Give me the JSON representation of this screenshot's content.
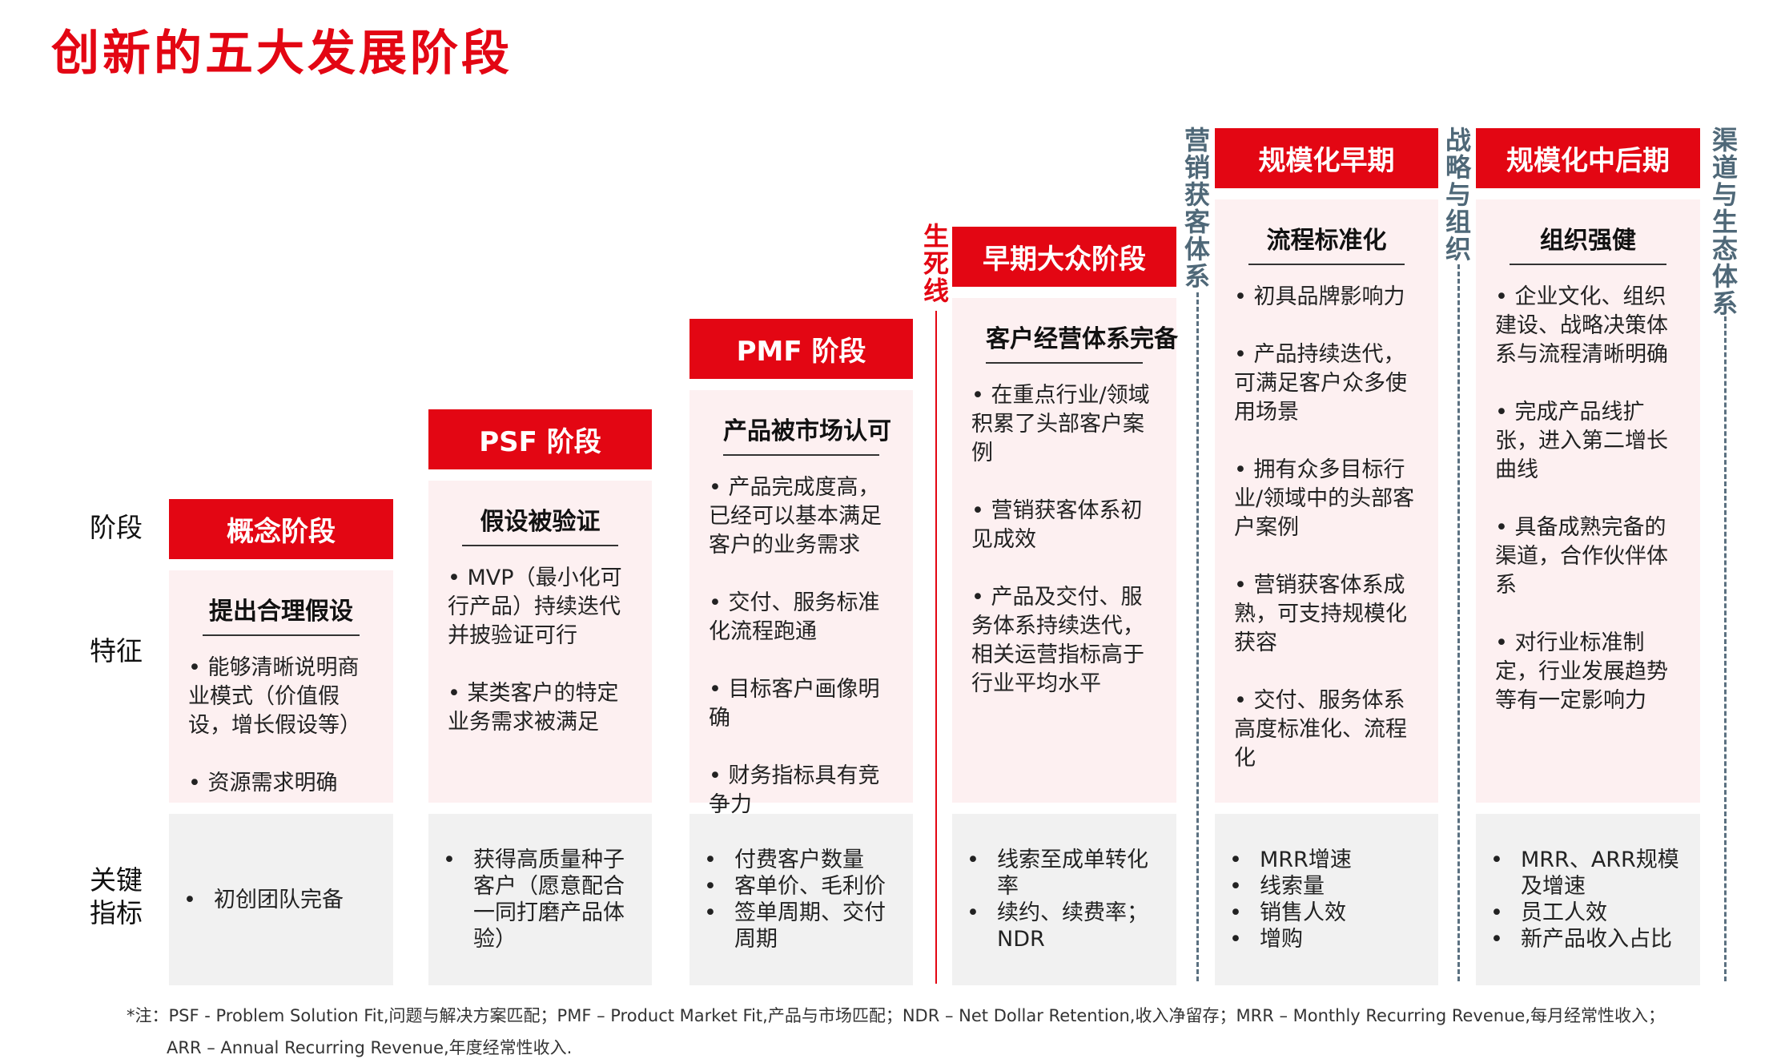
{
  "title": "创新的五大发展阶段",
  "row_labels": {
    "stage": "阶段",
    "features": "特征",
    "metrics": "关键\n指标"
  },
  "stages": [
    {
      "name": "概念阶段",
      "feature_title": "提出合理假设",
      "features": [
        "能够清晰说明商业模式（价值假设，增长假设等）",
        "资源需求明确"
      ],
      "metrics": [
        "初创团队完备"
      ]
    },
    {
      "name": "PSF 阶段",
      "feature_title": "假设被验证",
      "features": [
        "MVP（最小化可行产品）持续迭代并披验证可行",
        "某类客户的特定业务需求被满足"
      ],
      "metrics": [
        "获得高质量种子客户（愿意配合一同打磨产品体验）"
      ]
    },
    {
      "name": "PMF 阶段",
      "feature_title": "产品被市场认可",
      "features": [
        "产品完成度高，已经可以基本满足客户的业务需求",
        "交付、服务标准化流程跑通",
        "目标客户画像明确",
        "财务指标具有竞争力"
      ],
      "metrics": [
        "付费客户数量",
        "客单价、毛利价",
        "签单周期、交付周期"
      ]
    },
    {
      "name": "早期大众阶段",
      "feature_title": "客户经营体系完备",
      "features": [
        "在重点行业/领域积累了头部客户案例",
        "营销获客体系初见成效",
        "产品及交付、服务体系持续迭代，相关运营指标高于行业平均水平"
      ],
      "metrics": [
        "线索至成单转化率",
        "续约、续费率；NDR"
      ]
    },
    {
      "name": "规模化早期",
      "feature_title": "流程标准化",
      "features": [
        "初具品牌影响力",
        "产品持续迭代，可满足客户众多使用场景",
        "拥有众多目标行业/领域中的头部客户案例",
        "营销获客体系成熟，可支持规模化获容",
        "交付、服务体系高度标准化、流程化"
      ],
      "metrics": [
        "MRR增速",
        "线索量",
        "销售人效",
        "增购"
      ]
    },
    {
      "name": "规模化中后期",
      "feature_title": "组织强健",
      "features": [
        "企业文化、组织建设、战略决策体系与流程清晰明确",
        "完成产品线扩张，进入第二增长曲线",
        "具备成熟完备的渠道，合作伙伴体系",
        "对行业标准制定，行业发展趋势等有一定影响力"
      ],
      "metrics": [
        "MRR、ARR规模及增速",
        "员工人效",
        "新产品收入占比"
      ]
    }
  ],
  "dividers": [
    "生死线",
    "营销获客体系",
    "战略与组织",
    "渠道与生态体系"
  ],
  "footnote": {
    "line1": "*注：PSF -  Problem Solution Fit,问题与解决方案匹配；PMF – Product Market Fit,产品与市场匹配；NDR – Net Dollar Retention,收入净留存；MRR – Monthly Recurring Revenue,每月经常性收入；",
    "line2": "ARR – Annual Recurring Revenue,年度经常性收入."
  },
  "colors": {
    "accent": "#e30613",
    "feature_bg": "#fdf0f1",
    "metric_bg": "#f1f1f1",
    "divider_grey": "#4f6878"
  }
}
